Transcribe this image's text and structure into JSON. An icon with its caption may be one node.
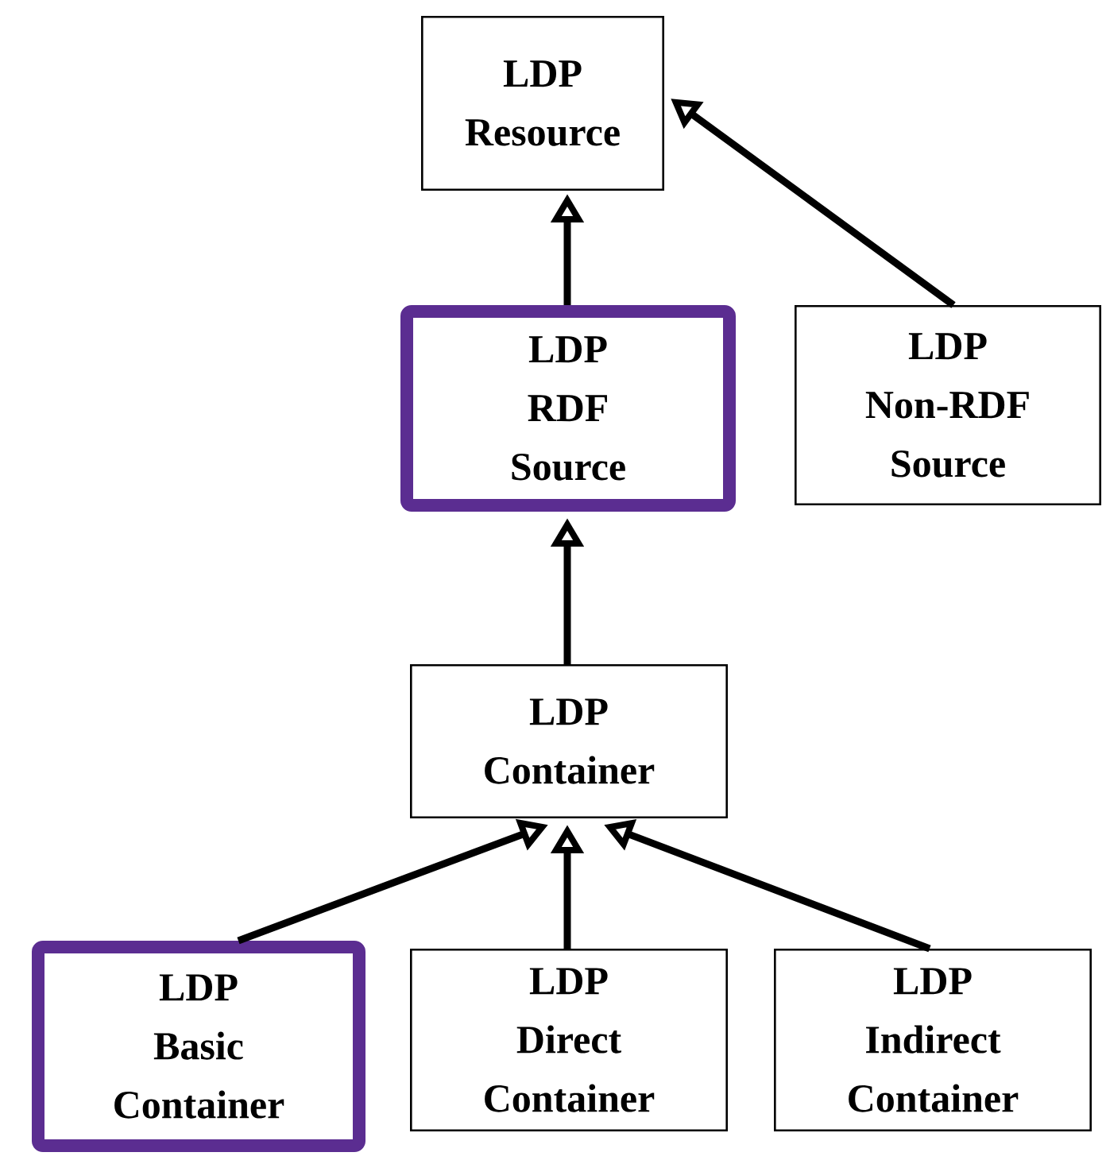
{
  "diagram": {
    "nodes": [
      {
        "text": [
          "LDP Resource"
        ]
      },
      {
        "text": [
          "LDP RDF Source"
        ]
      },
      {
        "text": [
          "LDP Non-RDF Source"
        ]
      },
      {
        "text": [
          "LDP Container"
        ]
      },
      {
        "text": [
          "LDP Basic Container"
        ]
      },
      {
        "text": [
          "LDP Direct Container"
        ]
      },
      {
        "text": [
          "LDP Indirect Container"
        ]
      }
    ],
    "edges": [
      {
        "from": 1,
        "to": 0,
        "arrow": "to"
      },
      {
        "from": 2,
        "to": 0,
        "arrow": "to"
      },
      {
        "from": 3,
        "to": 1,
        "arrow": "to"
      },
      {
        "from": 4,
        "to": 3,
        "arrow": "to"
      },
      {
        "from": 5,
        "to": 3,
        "arrow": "to"
      },
      {
        "from": 6,
        "to": 3,
        "arrow": "to"
      }
    ]
  }
}
